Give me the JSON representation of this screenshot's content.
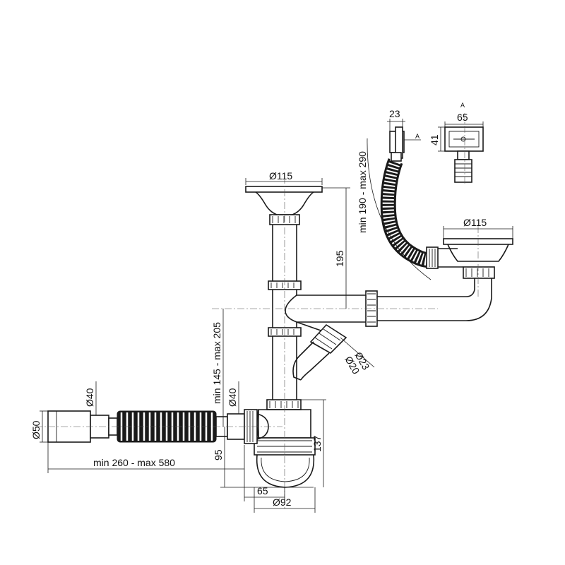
{
  "dimensions": {
    "strainer_top_diameter": "Ø115",
    "height_195": "195",
    "overflow_length": "min 190 - max 290",
    "overflow_width": "23",
    "overflow_view_label_a": "A",
    "overflow_grille_width": "65",
    "overflow_grille_height": "41",
    "strainer_right_diameter": "Ø115",
    "branch_height": "min 145 - max 205",
    "side_outlet_d23": "Ø23",
    "side_outlet_d20": "Ø20",
    "flex_pipe_d40": "Ø40",
    "trap_inlet_d40": "Ø40",
    "flex_pipe_d50": "Ø50",
    "flex_pipe_length": "min 260 - max 580",
    "outlet_height_95": "95",
    "trap_height_137": "137",
    "trap_offset_65": "65",
    "trap_diameter_92": "Ø92"
  },
  "colors": {
    "line": "#1a1a1a",
    "background": "#ffffff"
  }
}
